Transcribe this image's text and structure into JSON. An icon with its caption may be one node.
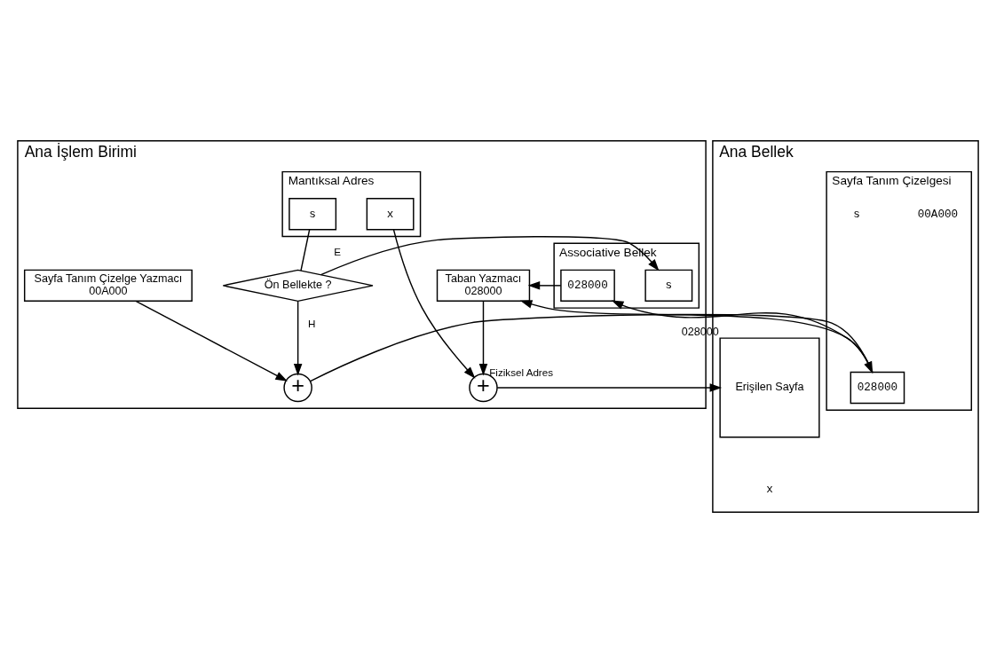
{
  "diagram": {
    "nodes": [
      {
        "text": [
          "Ana İşlem Birimi"
        ]
      },
      {
        "text": [
          "Mantıksal Adres"
        ],
        "in": 0
      },
      {
        "text": [
          "s"
        ],
        "in": 1
      },
      {
        "text": [
          "x"
        ],
        "in": 1
      },
      {
        "text": [
          "Ön Bellekte ?"
        ],
        "in": 0
      },
      {
        "text": [
          "Associative Bellek"
        ],
        "in": 0
      },
      {
        "text": [
          "s"
        ],
        "in": 5
      },
      {
        "text": [
          "028000"
        ],
        "in": 5
      },
      {
        "text": [
          "+"
        ],
        "in": 0
      },
      {
        "text": [
          "Taban Yazmacı",
          "028000"
        ],
        "in": 0
      },
      {
        "text": [
          "+"
        ],
        "in": 0
      },
      {
        "text": [
          "Sayfa Tanım Çizelge Yazmacı",
          "00A000"
        ],
        "in": 0
      },
      {
        "text": [
          "Ana Bellek"
        ]
      },
      {
        "text": [
          "Erişilen Sayfa"
        ],
        "in": 12,
        "beside": [
          "028000"
        ]
      },
      {
        "text": [
          "Sayfa Tanım Çizelgesi"
        ],
        "in": 12,
        "beside": [
          "00A000"
        ]
      },
      {
        "text": [
          "028000"
        ],
        "in": 14
      }
    ],
    "edges": [
      {
        "from": 2,
        "to": 4,
        "arrow": "none"
      },
      {
        "from": 3,
        "to": 8,
        "arrow": "to"
      },
      {
        "from": 4,
        "to": 6,
        "arrow": "to",
        "label": "E"
      },
      {
        "from": 7,
        "to": 9,
        "arrow": "to"
      },
      {
        "from": 9,
        "to": 8,
        "arrow": "to"
      },
      {
        "from": 8,
        "to": 13,
        "arrow": "to",
        "label": "Fiziksel Adres"
      },
      {
        "from": 4,
        "to": 10,
        "arrow": "to",
        "label": "H"
      },
      {
        "from": 11,
        "to": 10,
        "arrow": "to"
      },
      {
        "from": 10,
        "to": 15,
        "arrow": "to"
      },
      {
        "from": 15,
        "to": 7,
        "arrow": "to"
      },
      {
        "from": 15,
        "to": 9,
        "arrow": "to"
      }
    ],
    "labels": [
      "x",
      "s"
    ]
  }
}
